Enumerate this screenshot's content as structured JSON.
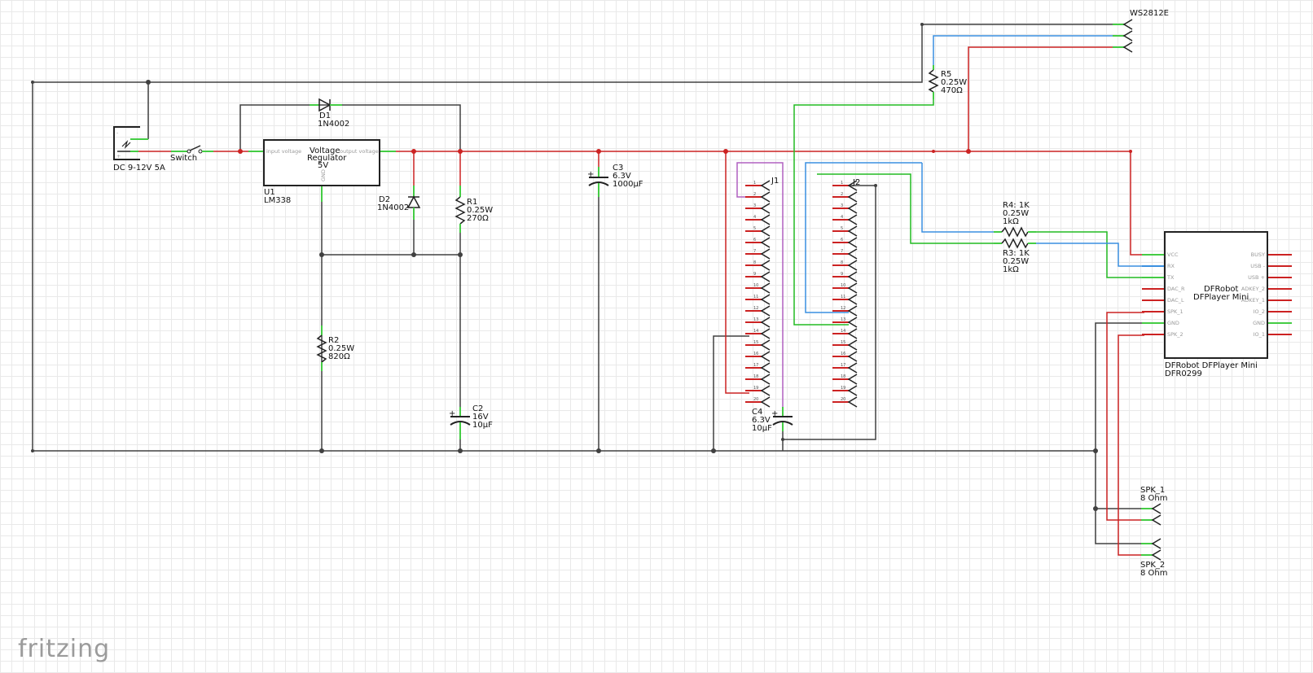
{
  "app": {
    "logo": "fritzing"
  },
  "colors": {
    "wire_black": "#404040",
    "wire_red": "#cc2222",
    "wire_green": "#22bb22",
    "wire_blue": "#3a8fe0",
    "wire_purple": "#b060c0",
    "pin_green": "#44cc44",
    "pin_red": "#cc2222"
  },
  "components": {
    "dc_jack": {
      "label": "DC 9-12V 5A"
    },
    "switch": {
      "label": "Switch"
    },
    "d1": {
      "ref": "D1",
      "part": "1N4002"
    },
    "d2": {
      "ref": "D2",
      "part": "1N4002"
    },
    "u1": {
      "ref": "U1",
      "part": "LM338",
      "title1": "Voltage",
      "title2": "Regulator",
      "title3": "5V",
      "pin_in": "input voltage",
      "pin_out": "output voltage",
      "pin_gnd": "GND"
    },
    "r1": {
      "ref": "R1",
      "power": "0.25W",
      "value": "270Ω"
    },
    "r2": {
      "ref": "R2",
      "power": "0.25W",
      "value": "820Ω"
    },
    "r3": {
      "ref": "R3: 1K",
      "power": "0.25W",
      "value": "1kΩ"
    },
    "r4": {
      "ref": "R4: 1K",
      "power": "0.25W",
      "value": "1kΩ"
    },
    "r5": {
      "ref": "R5",
      "power": "0.25W",
      "value": "470Ω"
    },
    "c2": {
      "ref": "C2",
      "voltage": "16V",
      "value": "10µF"
    },
    "c3": {
      "ref": "C3",
      "voltage": "6.3V",
      "value": "1000µF"
    },
    "c4": {
      "ref": "C4",
      "voltage": "6.3V",
      "value": "10µF"
    },
    "j1": {
      "ref": "J1"
    },
    "j2": {
      "ref": "J2"
    },
    "ws": {
      "label": "WS2812E"
    },
    "spk1": {
      "ref": "SPK_1",
      "value": "8 Ohm"
    },
    "spk2": {
      "ref": "SPK_2",
      "value": "8 Ohm"
    },
    "dfplayer": {
      "title1": "DFRobot",
      "title2": "DFPlayer Mini",
      "name": "DFRobot DFPlayer Mini",
      "part": "DFR0299",
      "left_pins": [
        "VCC",
        "RX",
        "TX",
        "DAC_R",
        "DAC_L",
        "SPK_1",
        "GND",
        "SPK_2"
      ],
      "right_pins": [
        "BUSY",
        "USB -",
        "USB +",
        "ADKEY_2",
        "ADKEY_1",
        "IO_2",
        "GND",
        "IO_1"
      ]
    }
  }
}
